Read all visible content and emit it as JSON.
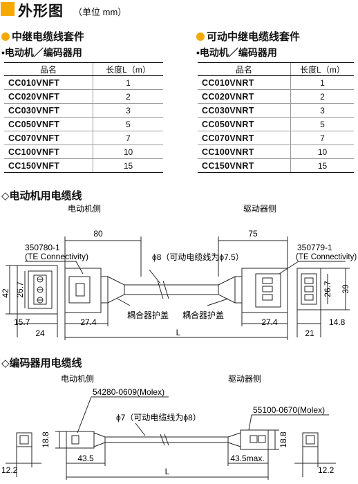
{
  "title": {
    "main": "外形图",
    "unit": "（单位 mm）"
  },
  "relay_set": {
    "heading": "中继电缆线套件",
    "sub": "•电动机／编码器用",
    "col_name": "品名",
    "col_len": "长度L（m）",
    "rows": [
      {
        "model": "CC010VNFT",
        "len": "1"
      },
      {
        "model": "CC020VNFT",
        "len": "2"
      },
      {
        "model": "CC030VNFT",
        "len": "3"
      },
      {
        "model": "CC050VNFT",
        "len": "5"
      },
      {
        "model": "CC070VNFT",
        "len": "7"
      },
      {
        "model": "CC100VNFT",
        "len": "10"
      },
      {
        "model": "CC150VNFT",
        "len": "15"
      }
    ]
  },
  "flex_set": {
    "heading": "可动中继电缆线套件",
    "sub": "•电动机／编码器用",
    "col_name": "品名",
    "col_len": "长度L（m）",
    "rows": [
      {
        "model": "CC010VNRT",
        "len": "1"
      },
      {
        "model": "CC020VNRT",
        "len": "2"
      },
      {
        "model": "CC030VNRT",
        "len": "3"
      },
      {
        "model": "CC050VNRT",
        "len": "5"
      },
      {
        "model": "CC070VNRT",
        "len": "7"
      },
      {
        "model": "CC100VNRT",
        "len": "10"
      },
      {
        "model": "CC150VNRT",
        "len": "15"
      }
    ]
  },
  "motor_cable": {
    "heading": "◇电动机用电缆线",
    "side_left": "电动机侧",
    "side_right": "驱动器侧",
    "dim_80": "80",
    "dim_75": "75",
    "conn_left_pn": "350780-1",
    "conn_left_mfr": "(TE Connectivity)",
    "conn_right_pn": "350779-1",
    "conn_right_mfr": "(TE Connectivity)",
    "phi": "ϕ8（可动电缆线为ϕ7.5）",
    "dim_42": "42",
    "dim_26_7_l": "26.7",
    "dim_26_7_r": "26.7",
    "dim_39": "39",
    "dim_15_7": "15.7",
    "dim_24": "24",
    "dim_27_4_l": "27.4",
    "dim_27_4_r": "27.4",
    "dim_14_8": "14.8",
    "dim_21": "21",
    "cover_left": "耦合器护盖",
    "cover_right": "耦合器护盖",
    "dim_L": "L"
  },
  "encoder_cable": {
    "heading": "◇编码器用电缆线",
    "side_left": "电动机侧",
    "side_right": "驱动器侧",
    "conn_left_pn": "54280-0609(Molex)",
    "conn_right_pn": "55100-0670(Molex)",
    "phi": "ϕ7（可动电缆线为ϕ8）",
    "dim_18_8_l": "18.8",
    "dim_18_8_r": "18.8",
    "dim_12_2_l": "12.2",
    "dim_12_2_r": "12.2",
    "dim_43_5": "43.5",
    "dim_43_5_max": "43.5max.",
    "dim_L": "L"
  },
  "colors": {
    "accent": "#f5a800"
  }
}
